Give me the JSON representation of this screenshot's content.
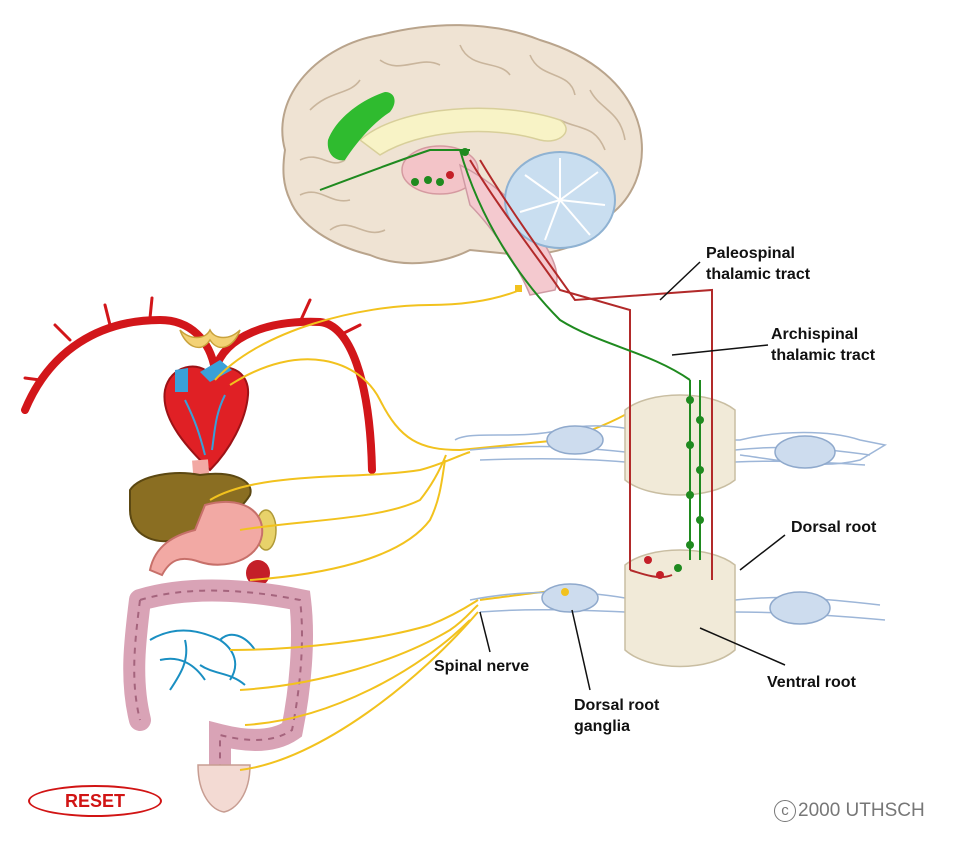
{
  "labels": {
    "paleospinal": [
      "Paleospinal",
      "thalamic tract"
    ],
    "archispinal": [
      "Archispinal",
      "thalamic tract"
    ],
    "dorsal_root": "Dorsal root",
    "spinal_nerve": "Spinal nerve",
    "dorsal_root_ganglia": [
      "Dorsal root",
      "ganglia"
    ],
    "ventral_root": "Ventral root"
  },
  "controls": {
    "reset_label": "RESET"
  },
  "footer": {
    "copyright_symbol": "c",
    "copyright_text": "2000 UTHSCH"
  },
  "colors": {
    "artery": "#d2161a",
    "visceral_afferent": "#f2c21e",
    "archispinal_tract": "#1f8a1f",
    "paleospinal_tract": "#b22a2a",
    "nerve_roots": "#9db6d8",
    "spinal_cord": "#f1ead8"
  }
}
